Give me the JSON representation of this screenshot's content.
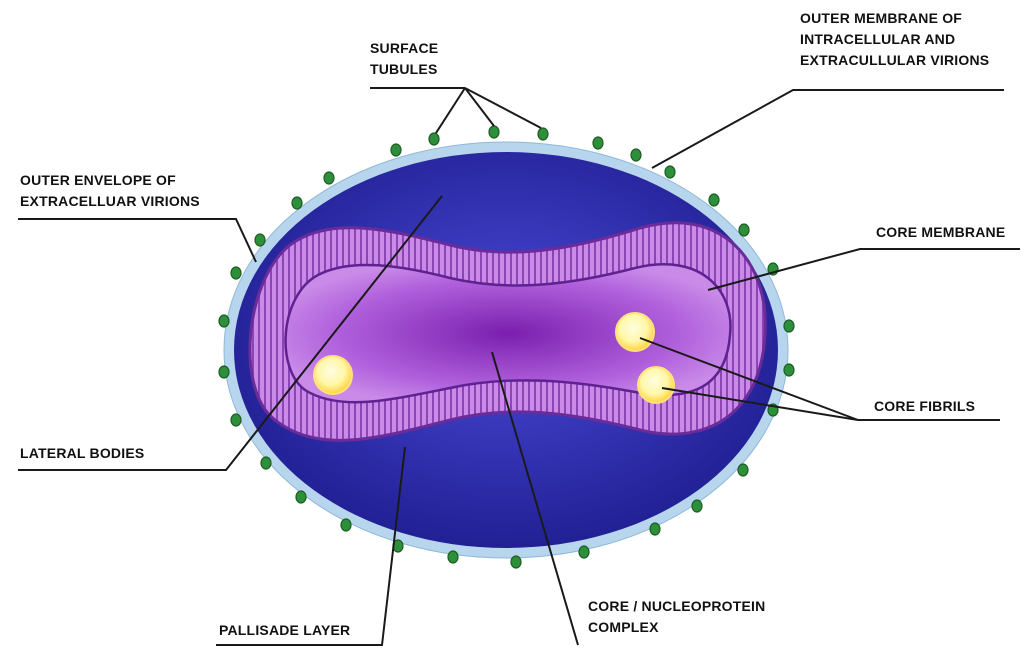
{
  "labels": {
    "surface_tubules": [
      "SURFACE",
      "TUBULES"
    ],
    "outer_membrane": [
      "OUTER MEMBRANE OF",
      "INTRACELLULAR AND",
      "EXTRACULLULAR VIRIONS"
    ],
    "outer_envelope": [
      "OUTER ENVELOPE OF",
      "EXTRACELLUAR VIRIONS"
    ],
    "core_membrane": [
      "CORE MEMBRANE"
    ],
    "core_fibrils": [
      "CORE FIBRILS"
    ],
    "lateral_bodies": [
      "LATERAL BODIES"
    ],
    "pallisade_layer": [
      "PALLISADE LAYER"
    ],
    "core_nucleoprotein": [
      "CORE / NUCLEOPROTEIN",
      "COMPLEX"
    ]
  },
  "colors": {
    "outer_envelope": "#b7d6ee",
    "virion_body": "#2c2aa8",
    "virion_body_light": "#4a4ad8",
    "pallisade_fill": "#c07ddf",
    "pallisade_stripe": "#7e3aa6",
    "core": "#a34fd0",
    "core_center": "#7a1fae",
    "lateral_body": "#fff7a8",
    "lateral_body_glow": "#ffd23a",
    "tubule": "#2e8f3a",
    "tubule_edge": "#1c5e24",
    "leader_line": "#1a1a1a"
  }
}
